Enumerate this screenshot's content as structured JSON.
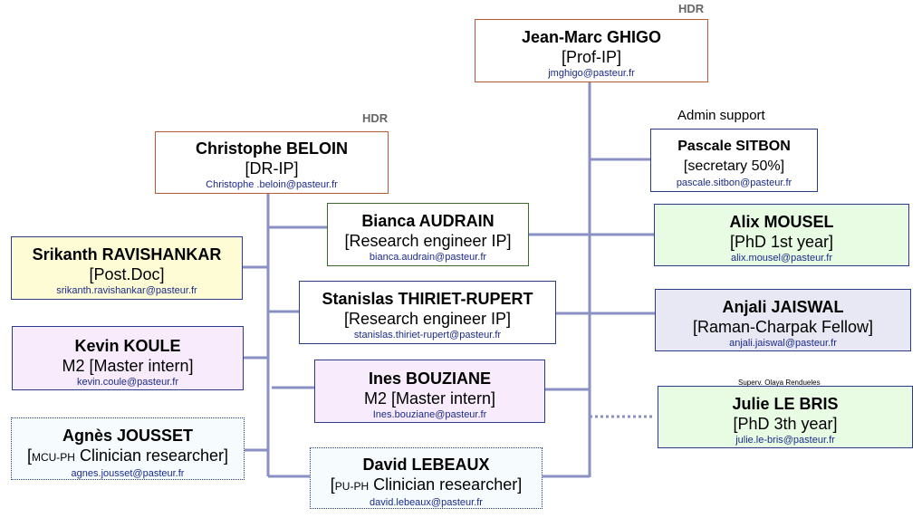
{
  "labels": {
    "hdr_ghigo": "HDR",
    "hdr_beloin": "HDR",
    "admin_support": "Admin support",
    "supervisor_note": "Superv. Olaya Rendueles"
  },
  "people": {
    "ghigo": {
      "name": "Jean-Marc GHIGO",
      "role": "[Prof-IP]",
      "email": "jmghigo@pasteur.fr"
    },
    "beloin": {
      "name": "Christophe BELOIN",
      "role": "[DR-IP]",
      "email": "Christophe .beloin@pasteur.fr"
    },
    "sitbon": {
      "name": "Pascale SITBON",
      "role": "[secretary 50%]",
      "email": "pascale.sitbon@pasteur.fr"
    },
    "audrain": {
      "name": "Bianca AUDRAIN",
      "role": "[Research engineer IP]",
      "email": "bianca.audrain@pasteur.fr"
    },
    "mousel": {
      "name": "Alix MOUSEL",
      "role": "[PhD 1st year]",
      "email": "alix.mousel@pasteur.fr"
    },
    "ravishankar": {
      "name": "Srikanth RAVISHANKAR",
      "role": "[Post.Doc]",
      "email": "srikanth.ravishankar@pasteur.fr"
    },
    "thiriet": {
      "name": "Stanislas THIRIET-RUPERT",
      "role": "[Research engineer IP]",
      "email": "stanislas.thiriet-rupert@pasteur.fr"
    },
    "jaiswal": {
      "name": "Anjali JAISWAL",
      "role": "[Raman-Charpak Fellow]",
      "email": "anjali.jaiswal@pasteur.fr"
    },
    "koule": {
      "name": "Kevin KOULE",
      "role": "M2 [Master intern]",
      "email": "kevin.coule@pasteur.fr"
    },
    "bouziane": {
      "name": "Ines BOUZIANE",
      "role": "M2 [Master intern]",
      "email": "Ines.bouziane@pasteur.fr"
    },
    "lebris": {
      "name": "Julie LE BRIS",
      "role": "[PhD 3th year]",
      "email": "julie.le-bris@pasteur.fr"
    },
    "jousset": {
      "name": "Agnès JOUSSET",
      "role_prefix": "[",
      "role_small": "MCU-PH",
      "role_rest": " Clinician researcher]",
      "email": "agnes.jousset@pasteur.fr"
    },
    "lebeaux": {
      "name": "David LEBEAUX",
      "role_prefix": "[",
      "role_small": "PU-PH",
      "role_rest": " Clinician researcher]",
      "email": "david.lebeaux@pasteur.fr"
    }
  },
  "colors": {
    "connector": "#8a8fc4",
    "border_red": "#b85a3a",
    "border_green": "#3a6a2a",
    "border_blue": "#2a3a8a",
    "fill_yellow": "#fefcd4",
    "fill_pink": "#f8ecfc",
    "fill_green": "#e8fce4",
    "fill_lavender": "#e8e8f4",
    "fill_lightblue": "#f6fcfe"
  }
}
